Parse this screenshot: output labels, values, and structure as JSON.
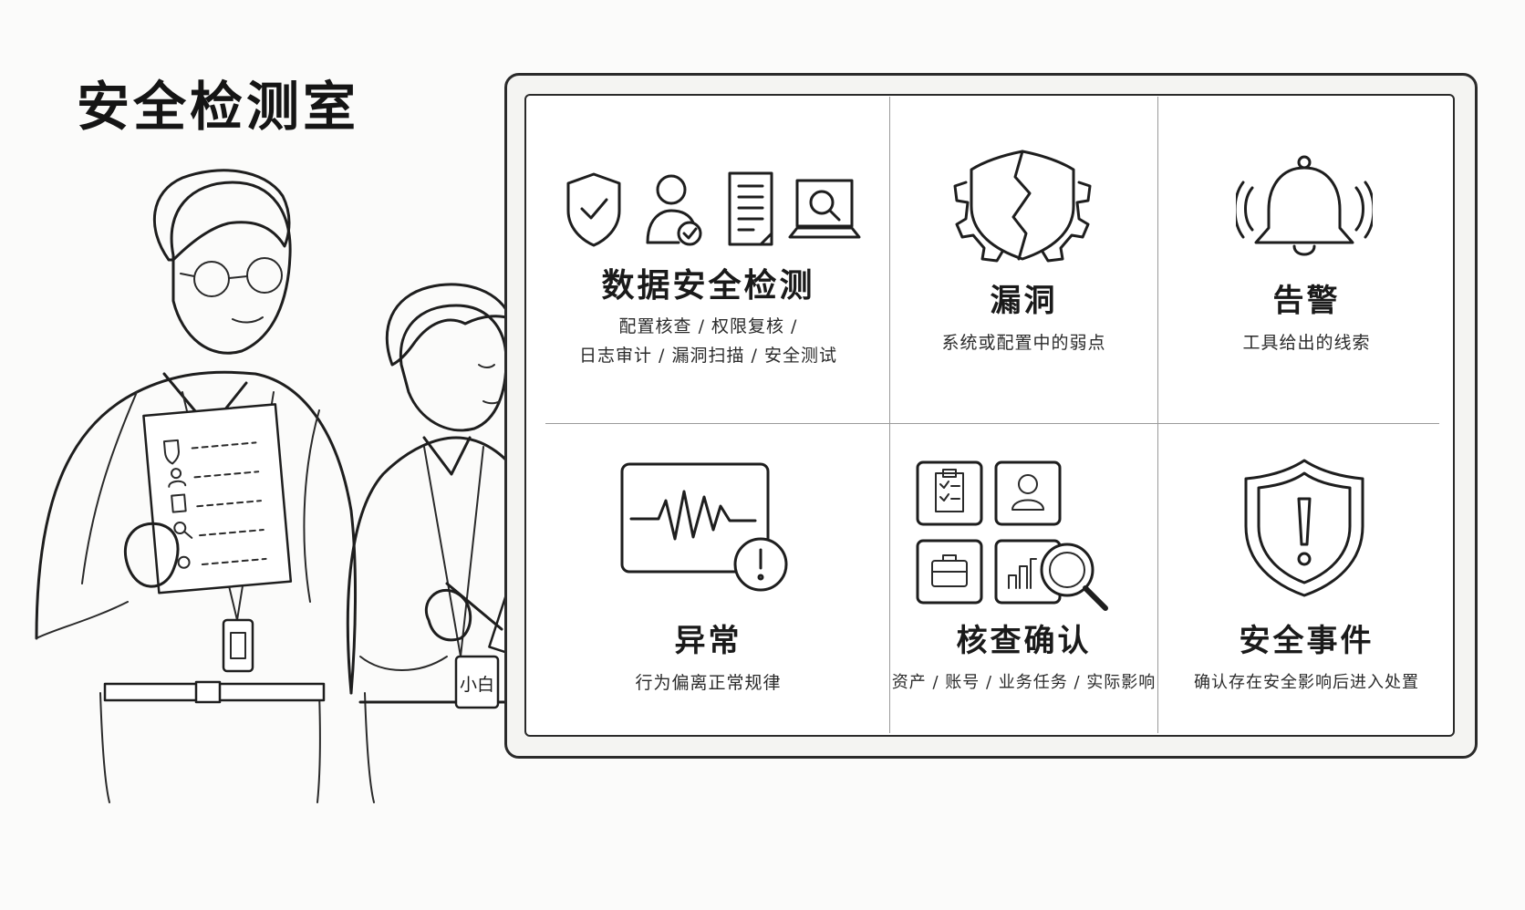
{
  "page": {
    "title": "安全检测室"
  },
  "characters": {
    "junior_badge": "小白"
  },
  "board": {
    "cells": [
      {
        "title": "数据安全检测",
        "desc_line1": "配置核查 / 权限复核 /",
        "desc_line2": "日志审计 / 漏洞扫描 / 安全测试",
        "icons": [
          "shield-check-icon",
          "user-check-icon",
          "document-icon",
          "laptop-search-icon"
        ]
      },
      {
        "title": "漏洞",
        "desc_line1": "系统或配置中的弱点",
        "icons": [
          "cracked-shield-gear-icon"
        ]
      },
      {
        "title": "告警",
        "desc_line1": "工具给出的线索",
        "icons": [
          "bell-icon"
        ]
      },
      {
        "title": "异常",
        "desc_line1": "行为偏离正常规律",
        "icons": [
          "monitor-wave-alert-icon"
        ]
      },
      {
        "title": "核查确认",
        "desc_line1": "资产 / 账号 / 业务任务 / 实际影响",
        "icons": [
          "clipboard-icon",
          "user-card-icon",
          "briefcase-icon",
          "chart-search-icon"
        ]
      },
      {
        "title": "安全事件",
        "desc_line1": "确认存在安全影响后进入处置",
        "icons": [
          "shield-alert-icon"
        ]
      }
    ]
  }
}
